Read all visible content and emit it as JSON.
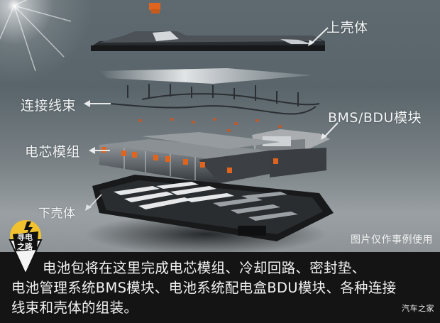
{
  "labels": {
    "upper_shell": "上壳体",
    "wiring_harness": "连接线束",
    "bms_bdu": "BMS/BDU模块",
    "cell_module": "电芯模组",
    "lower_shell": "下壳体"
  },
  "watermark": "图片仅作事例使用",
  "badge": {
    "line1": "寻电",
    "line2": "之路"
  },
  "caption": {
    "line1": "电池包将在这里完成电芯模组、冷却回路、密封垫、",
    "line2": "电池管理系统BMS模块、电池系统配电盒BDU模块、各种连接",
    "line3": "线束和壳体的组装。"
  },
  "credit": "汽车之家",
  "colors": {
    "background": "#5f6a70",
    "caption_bg": "#141414",
    "accent_orange": "#e0641e",
    "badge_yellow": "#f2c12e"
  }
}
